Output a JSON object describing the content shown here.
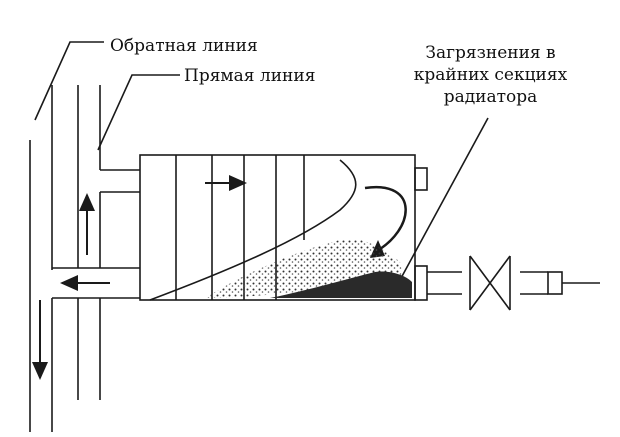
{
  "labels": {
    "return_line": "Обратная линия",
    "supply_line": "Прямая линия",
    "contamination": [
      "Загрязнения в",
      "крайних секциях",
      "радиатора"
    ]
  },
  "colors": {
    "line": "#1a1a1a",
    "sediment": "#2a2a2a",
    "background": "#ffffff"
  }
}
